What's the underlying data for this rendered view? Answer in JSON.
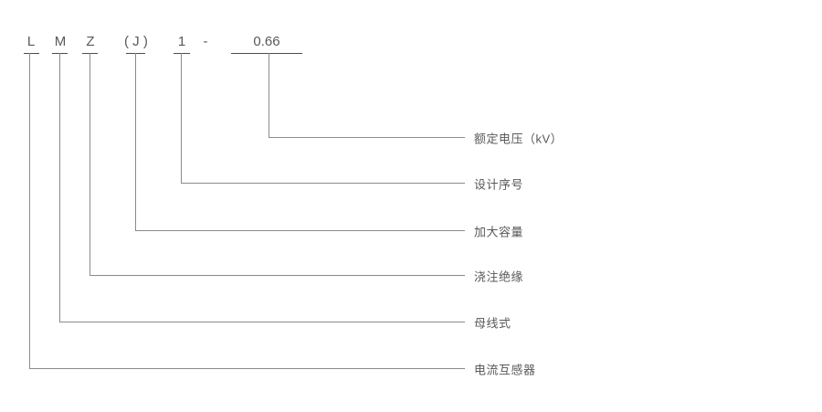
{
  "diagram": {
    "description_labels": [
      {
        "text": "额定电压（kV）"
      },
      {
        "text": "设计序号"
      },
      {
        "text": "加大容量"
      },
      {
        "text": "浇注绝缘"
      },
      {
        "text": "母线式"
      },
      {
        "text": "电流互感器"
      }
    ],
    "code": {
      "parts": [
        {
          "char": "L"
        },
        {
          "char": "M"
        },
        {
          "char": "Z"
        },
        {
          "char": "( J )"
        },
        {
          "char": "1"
        },
        {
          "char": "0.66"
        }
      ],
      "separator": "-",
      "full_model": "LMZ(J)1-0.66"
    },
    "colors": {
      "text": "#58595b",
      "underline": "#4d4d4d",
      "connector_line": "#8a8a8a",
      "background": "#ffffff"
    }
  }
}
